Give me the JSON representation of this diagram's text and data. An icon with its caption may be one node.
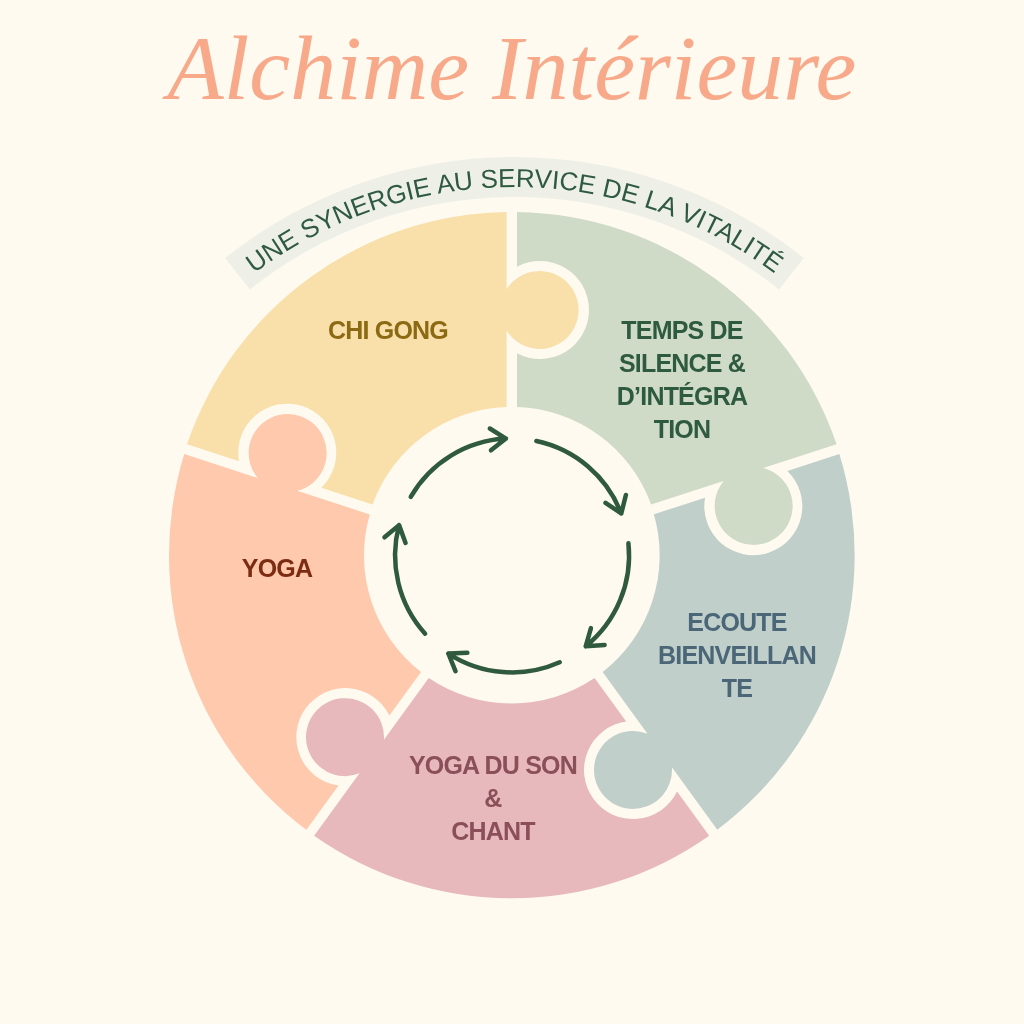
{
  "diagram": {
    "title": "Alchime Intérieure",
    "nodes": [
      {
        "text": [
          "UNE SYNERGIE AU SERVICE DE LA VITALITÉ"
        ]
      },
      {
        "text": [
          "CHI GONG"
        ]
      },
      {
        "text": [
          "TEMPS DE SILENCE & D’INTÉGRA TION"
        ]
      },
      {
        "text": [
          "YOGA"
        ]
      },
      {
        "text": [
          "ECOUTE BIENVEILLAN TE"
        ]
      },
      {
        "text": [
          "YOGA DU SON & CHANT"
        ]
      }
    ]
  }
}
